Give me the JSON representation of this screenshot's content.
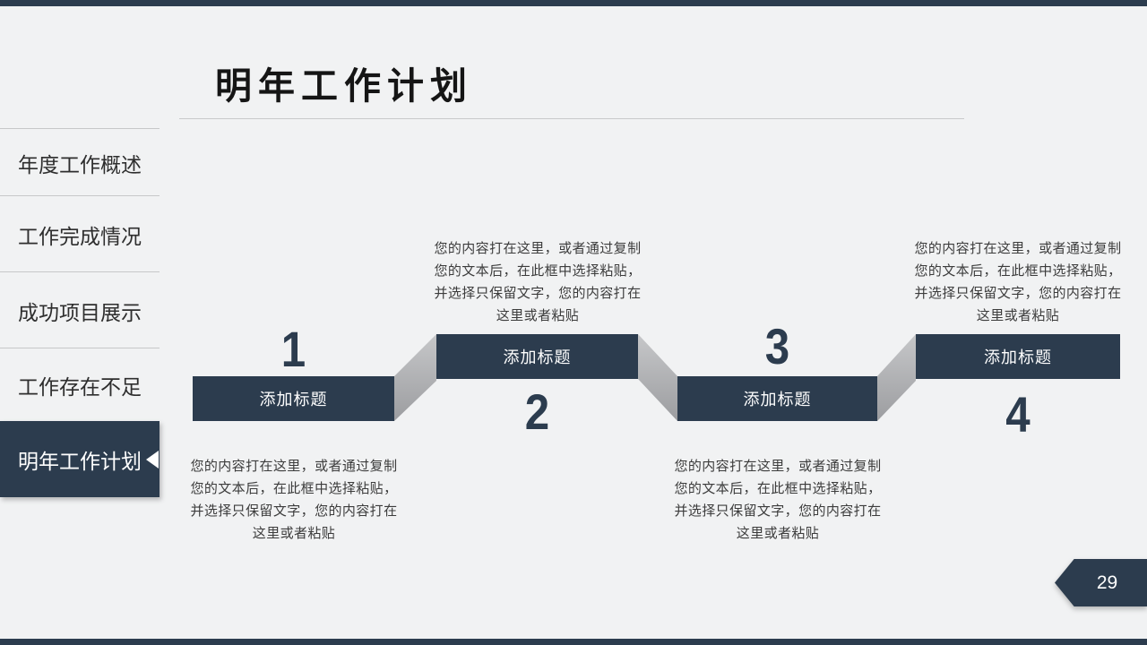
{
  "slide": {
    "title": "明年工作计划",
    "page_number": "29"
  },
  "sidebar": {
    "items": [
      {
        "label": "年度工作概述",
        "active": false
      },
      {
        "label": "工作完成情况",
        "active": false
      },
      {
        "label": "成功项目展示",
        "active": false
      },
      {
        "label": "工作存在不足",
        "active": false
      },
      {
        "label": "明年工作计划",
        "active": true
      }
    ]
  },
  "steps": [
    {
      "number": "1",
      "title": "添加标题",
      "position": "low",
      "body": "您的内容打在这里，或者通过复制您的文本后，在此框中选择粘贴，并选择只保留文字，您的内容打在这里或者粘贴"
    },
    {
      "number": "2",
      "title": "添加标题",
      "position": "high",
      "body": "您的内容打在这里，或者通过复制您的文本后，在此框中选择粘贴，并选择只保留文字，您的内容打在这里或者粘贴"
    },
    {
      "number": "3",
      "title": "添加标题",
      "position": "low",
      "body": "您的内容打在这里，或者通过复制您的文本后，在此框中选择粘贴，并选择只保留文字，您的内容打在这里或者粘贴"
    },
    {
      "number": "4",
      "title": "添加标题",
      "position": "high",
      "body": "您的内容打在这里，或者通过复制您的文本后，在此框中选择粘贴，并选择只保留文字，您的内容打在这里或者粘贴"
    }
  ],
  "colors": {
    "navy": "#2c3c4e",
    "connector_gray": "#b0b1b3",
    "background": "#f1f2f3"
  }
}
